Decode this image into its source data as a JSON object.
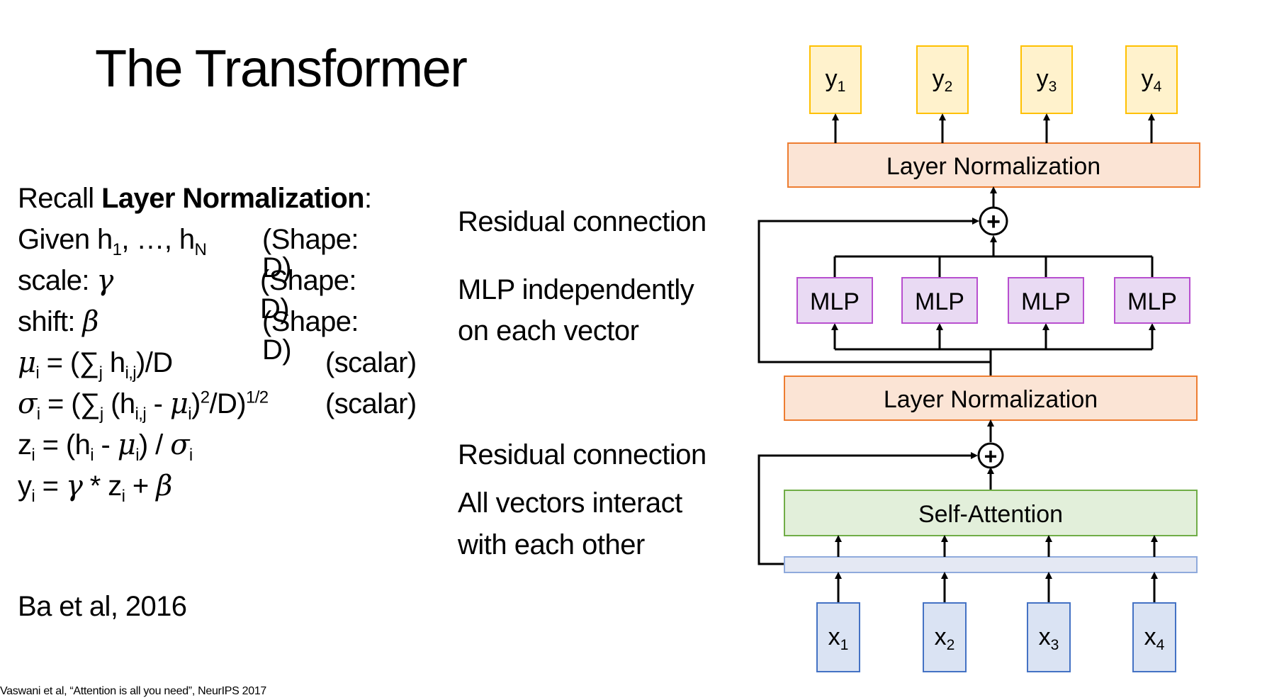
{
  "slide": {
    "title": "The Transformer",
    "citation": "Vaswani et al, “Attention is all you need”, NeurIPS 2017",
    "reference": "Ba et al, 2016"
  },
  "layer_norm_recap": {
    "intro_prefix": "Recall ",
    "intro_bold": "Layer Normalization",
    "intro_suffix": ":",
    "lines": [
      {
        "lhs": "Given h₁, …, hₙ",
        "rhs": "(Shape: D)"
      },
      {
        "lhs": "scale: γ",
        "rhs": "(Shape: D)"
      },
      {
        "lhs": "shift: β",
        "rhs": "(Shape: D)"
      },
      {
        "lhs": "μᵢ = (∑ⱼ hᵢ,ⱼ)/D",
        "rhs": "(scalar)"
      },
      {
        "lhs": "σᵢ = (∑ⱼ (hᵢ,ⱼ - μᵢ)²/D)¹ᐟ²",
        "rhs": "(scalar)"
      },
      {
        "lhs": "zᵢ = (hᵢ - μᵢ) / σᵢ",
        "rhs": ""
      },
      {
        "lhs": "yᵢ = γ * zᵢ + β",
        "rhs": ""
      }
    ]
  },
  "annotations": {
    "residual_top": "Residual connection",
    "mlp_line1": "MLP independently",
    "mlp_line2": "on each vector",
    "residual_bottom": "Residual connection",
    "attn_line1": "All vectors interact",
    "attn_line2": "with each other"
  },
  "diagram": {
    "outputs": [
      "y",
      "y",
      "y",
      "y"
    ],
    "output_subs": [
      "1",
      "2",
      "3",
      "4"
    ],
    "inputs": [
      "x",
      "x",
      "x",
      "x"
    ],
    "input_subs": [
      "1",
      "2",
      "3",
      "4"
    ],
    "layer_norm_top": "Layer Normalization",
    "layer_norm_bottom": "Layer Normalization",
    "mlp_labels": [
      "MLP",
      "MLP",
      "MLP",
      "MLP"
    ],
    "self_attention": "Self-Attention",
    "add_symbol": "+",
    "colors": {
      "output_fill": "#fff2cc",
      "output_border": "#ffc000",
      "ln_fill": "#fbe4d5",
      "ln_border": "#ed7d31",
      "mlp_fill": "#e9daf3",
      "mlp_border": "#b84fcf",
      "sa_fill": "#e2efda",
      "sa_border": "#70ad47",
      "bar_fill": "#e4e8f3",
      "bar_border": "#8faadc",
      "input_fill": "#dae3f3",
      "input_border": "#4472c4"
    }
  }
}
